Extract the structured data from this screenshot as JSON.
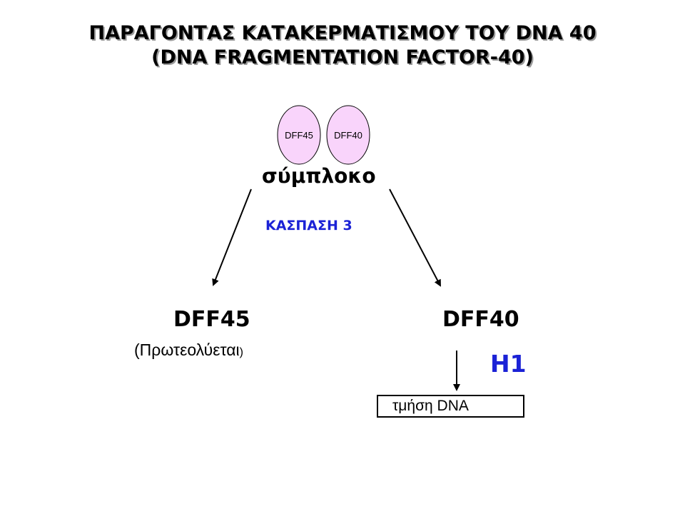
{
  "title_line1": "ΠΑΡΑΓΟΝΤΑΣ ΚΑΤΑΚΕΡΜΑΤΙΣΜΟΥ ΤΟΥ DNA 40",
  "title_line2": "(DNA FRAGMENTATION FACTOR-40)",
  "complex": {
    "left_subunit": "DFF45",
    "right_subunit": "DFF40",
    "label": "σύμπλοκο"
  },
  "caspase_label": "ΚΑΣΠΑΣΗ 3",
  "left_product": {
    "name": "DFF45",
    "note_text": "(Πρωτεολύεται",
    "note_close": ")"
  },
  "right_product": {
    "name": "DFF40",
    "histone": "H1",
    "outcome": "τμήση DNA"
  },
  "colors": {
    "blue_text": "#1b22d6",
    "ellipse_fill": "#f9d4fb"
  }
}
